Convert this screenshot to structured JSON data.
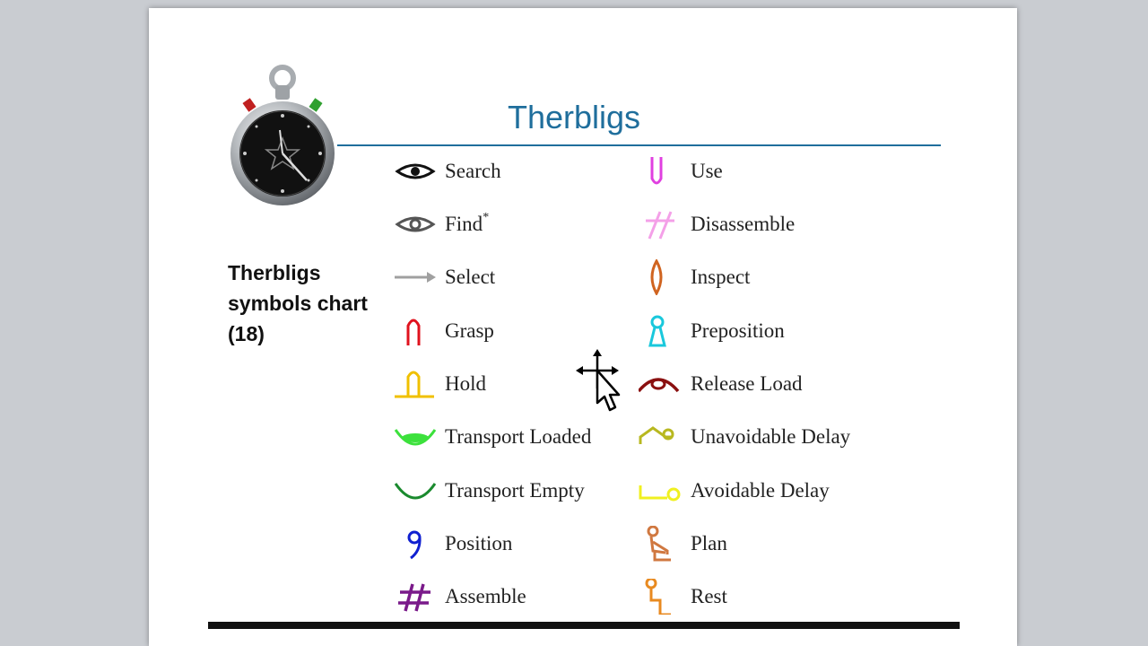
{
  "slide": {
    "title": "Therbligs",
    "caption_lines": [
      "Therbligs",
      "symbols chart",
      "(18)"
    ]
  },
  "left_column": [
    {
      "label": "Search",
      "icon": "eye-icon",
      "color": "#111111"
    },
    {
      "label": "Find",
      "sup": "*",
      "icon": "eye-dot-icon",
      "color": "#555555"
    },
    {
      "label": "Select",
      "icon": "arrow-icon",
      "color": "#a0a0a0"
    },
    {
      "label": "Grasp",
      "icon": "arch-icon",
      "color": "#e0121e"
    },
    {
      "label": "Hold",
      "icon": "magnet-icon",
      "color": "#f0c000"
    },
    {
      "label": "Transport Loaded",
      "icon": "loaded-cup-icon",
      "color": "#3ce13c"
    },
    {
      "label": "Transport Empty",
      "icon": "empty-cup-icon",
      "color": "#1a8a2e"
    },
    {
      "label": "Position",
      "icon": "nine-icon",
      "color": "#1020d0"
    },
    {
      "label": "Assemble",
      "icon": "hash-icon",
      "color": "#7a1a8a"
    }
  ],
  "right_column": [
    {
      "label": "Use",
      "icon": "u-icon",
      "color": "#e040e0"
    },
    {
      "label": "Disassemble",
      "icon": "slanted-hash-icon",
      "color": "#f4a0e8"
    },
    {
      "label": "Inspect",
      "icon": "lens-icon",
      "color": "#d06420"
    },
    {
      "label": "Preposition",
      "icon": "keyhole-icon",
      "color": "#19c8dc"
    },
    {
      "label": "Release Load",
      "icon": "release-icon",
      "color": "#8a1010"
    },
    {
      "label": "Unavoidable Delay",
      "icon": "fallen-man-icon",
      "color": "#b8b820"
    },
    {
      "label": "Avoidable Delay",
      "icon": "lying-man-icon",
      "color": "#f0f020"
    },
    {
      "label": "Plan",
      "icon": "thinker-icon",
      "color": "#d07840"
    },
    {
      "label": "Rest",
      "icon": "seated-man-icon",
      "color": "#e88a20"
    }
  ]
}
